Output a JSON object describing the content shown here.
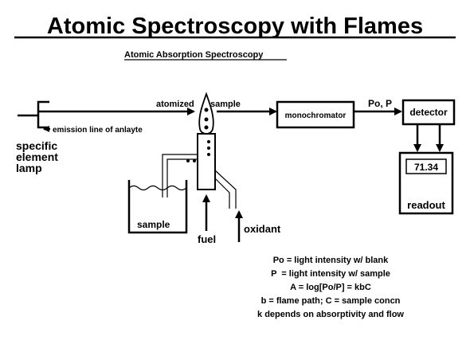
{
  "title": "Atomic Spectroscopy with Flames",
  "subtitle": "Atomic Absorption Spectroscopy",
  "labels": {
    "atomized": "atomized",
    "sample_beam": "sample",
    "emission_line": "emission line of anlayte",
    "lamp_line1": "specific",
    "lamp_line2": "element",
    "lamp_line3": "lamp",
    "monochromator": "monochromator",
    "po_p": "Po, P",
    "detector": "detector",
    "readout_value": "71.34",
    "readout": "readout",
    "sample_container": "sample",
    "fuel": "fuel",
    "oxidant": "oxidant"
  },
  "equations": [
    "Po = light intensity w/ blank",
    "P  = light intensity w/ sample",
    "A = log[Po/P] = kbC",
    "b = flame path; C = sample concn",
    "k depends on absorptivity and flow"
  ],
  "colors": {
    "ink": "#000000",
    "background": "#ffffff"
  }
}
